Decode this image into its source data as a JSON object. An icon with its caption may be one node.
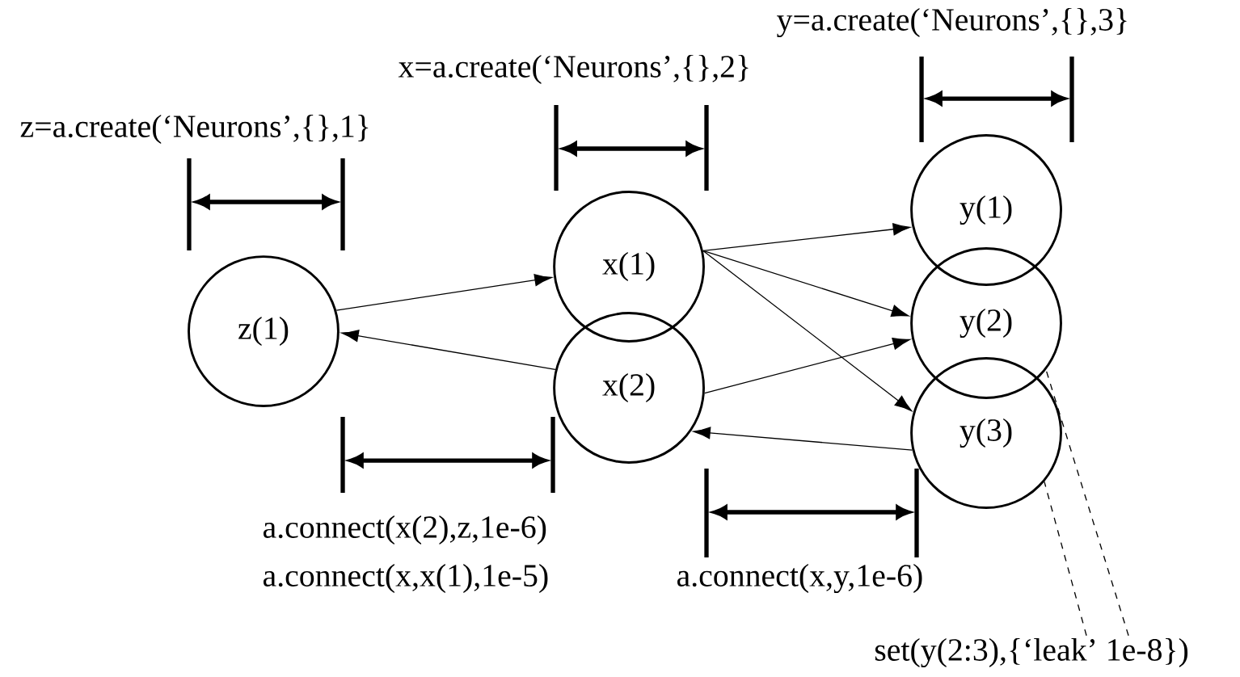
{
  "diagram": {
    "nodes": [
      {
        "text": [
          "z(1)"
        ]
      },
      {
        "text": [
          "x(1)"
        ]
      },
      {
        "text": [
          "x(2)"
        ]
      },
      {
        "text": [
          "y(1)"
        ]
      },
      {
        "text": [
          "y(2)"
        ]
      },
      {
        "text": [
          "y(3)"
        ]
      },
      {
        "text": [
          "set(y(2:3),{‘leak’ 1e-8})"
        ]
      }
    ],
    "edges": [
      {
        "from": 0,
        "to": 1,
        "arrow": "to"
      },
      {
        "from": 2,
        "to": 0,
        "arrow": "to"
      },
      {
        "from": 1,
        "to": 3,
        "arrow": "to"
      },
      {
        "from": 1,
        "to": 4,
        "arrow": "to"
      },
      {
        "from": 1,
        "to": 5,
        "arrow": "to"
      },
      {
        "from": 2,
        "to": 4,
        "arrow": "to"
      },
      {
        "from": 5,
        "to": 2,
        "arrow": "to"
      },
      {
        "from": 6,
        "to": 4,
        "arrow": "none",
        "style": "dashed"
      },
      {
        "from": 6,
        "to": 5,
        "arrow": "none",
        "style": "dashed"
      }
    ],
    "labels": [
      "y=a.create(‘Neurons’,{},3}",
      "x=a.create(‘Neurons’,{},2}",
      "z=a.create(‘Neurons’,{},1}",
      "a.connect(x(2),z,1e-6)",
      "a.connect(x,x(1),1e-5)",
      "a.connect(x,y,1e-6)"
    ]
  }
}
